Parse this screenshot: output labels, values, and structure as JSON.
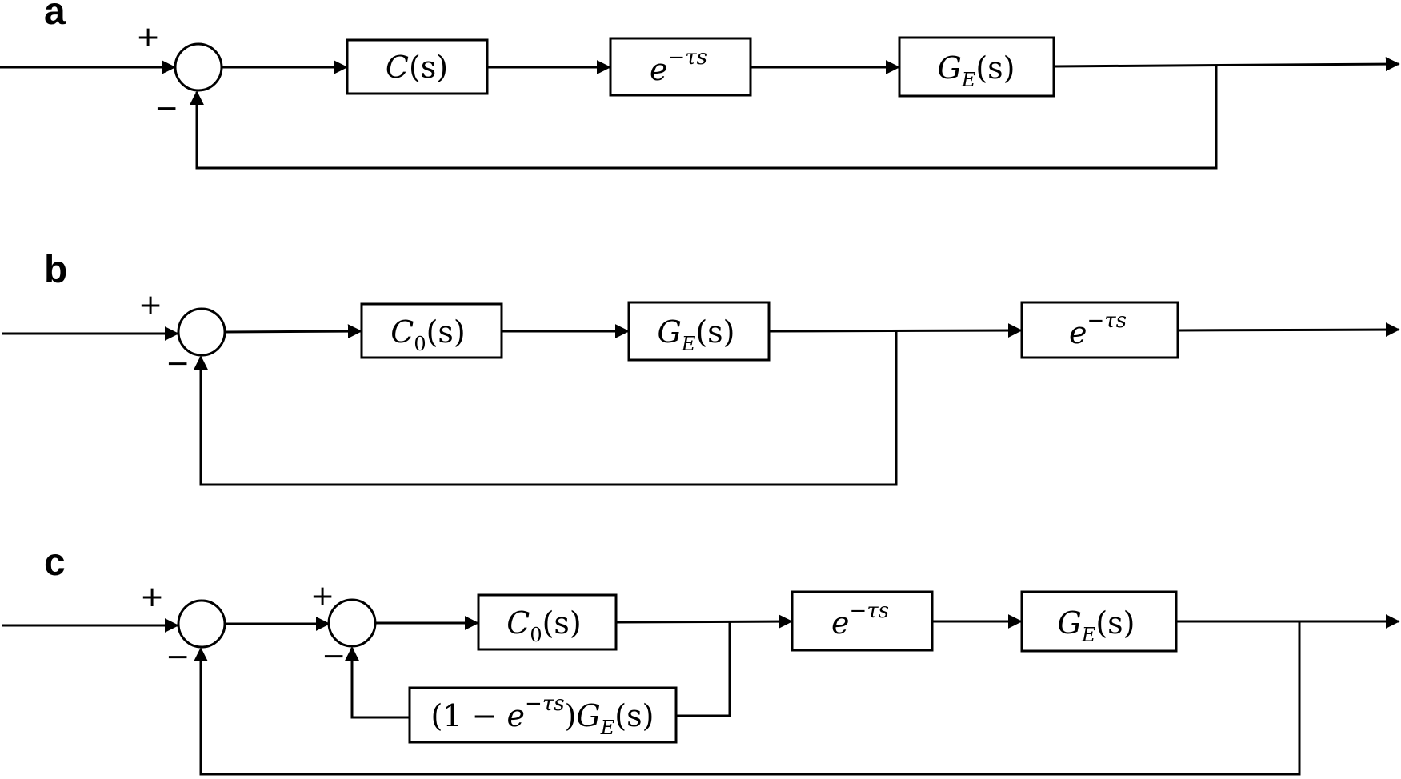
{
  "panels": {
    "a": {
      "label": "a",
      "plus": "+",
      "minus": "−",
      "c": {
        "main": "C",
        "arg": "(s)"
      },
      "delay": {
        "base": "e",
        "exp": "−τs"
      },
      "ge": {
        "main": "G",
        "sub": "E",
        "arg": "(s)"
      }
    },
    "b": {
      "label": "b",
      "plus": "+",
      "minus": "−",
      "c0": {
        "main": "C",
        "sub": "0",
        "arg": "(s)"
      },
      "ge": {
        "main": "G",
        "sub": "E",
        "arg": "(s)"
      },
      "delay": {
        "base": "e",
        "exp": "−τs"
      }
    },
    "c": {
      "label": "c",
      "plus1": "+",
      "minus1": "−",
      "plus2": "+",
      "minus2": "−",
      "c0": {
        "main": "C",
        "sub": "0",
        "arg": "(s)"
      },
      "delay": {
        "base": "e",
        "exp": "−τs"
      },
      "ge": {
        "main": "G",
        "sub": "E",
        "arg": "(s)"
      },
      "predictor": {
        "open": "(1 − ",
        "base": "e",
        "exp": "−τs",
        "close": ")",
        "main": "G",
        "sub": "E",
        "arg": "(s)"
      }
    }
  }
}
